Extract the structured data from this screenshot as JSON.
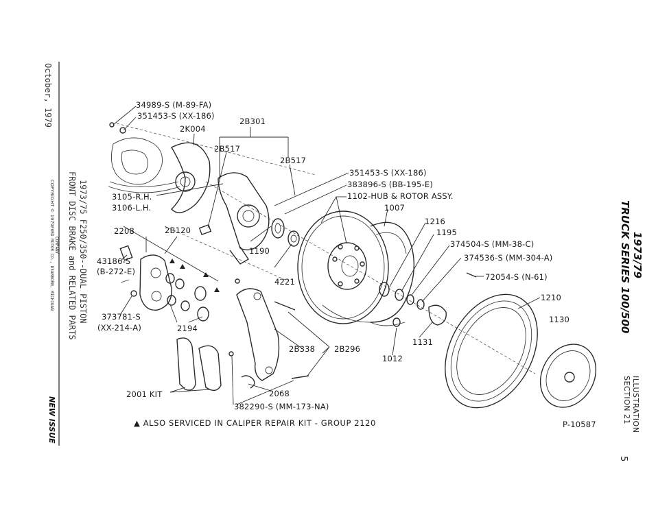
{
  "side": {
    "date": "October, 1979",
    "title_line1": "FRONT DISC BRAKE and RELATED PARTS",
    "title_line2": "1973/75  F250/350--DUAL PISTON",
    "copyright": "COPYRIGHT © 1979",
    "copyright_small1": "FORD MOTOR CO., DEARBORN, MICHIGAN",
    "copyright_small2": "COMPANY",
    "issue": "NEW ISSUE"
  },
  "right": {
    "series_year": "1973/79",
    "series_name": "TRUCK SERIES 100/500",
    "illustration": "ILLUSTRATION",
    "section": "SECTION 21",
    "page_number": "5"
  },
  "diagram": {
    "ref_number": "P-10587",
    "footnote": "▲ ALSO SERVICED IN CALIPER REPAIR KIT - GROUP 2120",
    "labels": {
      "p34989": "34989-S (M-89-FA)",
      "p351453a": "351453-S (XX-186)",
      "p2k004": "2K004",
      "p2b301": "2B301",
      "p2b517a": "2B517",
      "p2b517b": "2B517",
      "p3105": "3105-R.H.",
      "p3106": "3106-L.H.",
      "p351453b": "351453-S (XX-186)",
      "p383896": "383896-S (BB-195-E)",
      "p1102": "1102-HUB & ROTOR ASSY.",
      "p1007": "1007",
      "p1216": "1216",
      "p1195": "1195",
      "p374504": "374504-S (MM-38-C)",
      "p374536": "374536-S (MM-304-A)",
      "p72054": "72054-S (N-61)",
      "p1210": "1210",
      "p1130": "1130",
      "p2208": "2208",
      "p2b120": "2B120",
      "p1190": "1190",
      "p4221": "4221",
      "p43186": "43186-S",
      "p43186b": "(B-272-E)",
      "p373781": "373781-S",
      "p373781b": "(XX-214-A)",
      "p2194": "2194",
      "p2b338": "2B338",
      "p2b296": "2B296",
      "p1131": "1131",
      "p1012": "1012",
      "p2001": "2001 KIT",
      "p2068": "2068",
      "p382290": "382290-S (MM-173-NA)"
    }
  }
}
